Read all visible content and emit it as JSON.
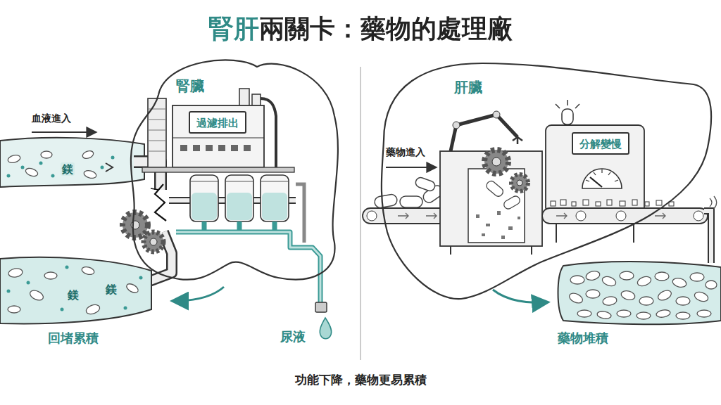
{
  "diagram": {
    "title": "腎肝兩關卡：藥物的處理廠",
    "caption": "功能下降，藥物更易累積",
    "nodes": [
      {
        "text": [
          "腎臟"
        ]
      },
      {
        "text": [
          "過濾排出"
        ],
        "in": 0
      },
      {
        "text": [
          "肝臟"
        ]
      },
      {
        "text": [
          "分解變慢"
        ],
        "in": 2
      }
    ],
    "labels": [
      "血液進入",
      "鎂",
      "鎂",
      "鎂",
      "回堵累積",
      "尿液",
      "藥物進入",
      "藥物堆積"
    ]
  }
}
